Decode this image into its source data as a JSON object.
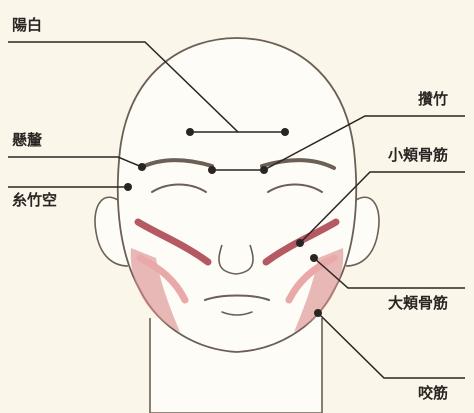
{
  "labels": {
    "youhaku": "陽白",
    "kenro": "懸釐",
    "shichikukuu": "糸竹空",
    "sanchiku": "攢竹",
    "shoukyokotsukin": "小頬骨筋",
    "daikyokotsukin": "大頬骨筋",
    "koukin": "咬筋"
  },
  "colors": {
    "background": "#fbf6ea",
    "skin": "#fefcf7",
    "outline": "#6b5f56",
    "leader": "#2a2522",
    "muscle_dark": "#b55a63",
    "muscle_light": "#e8a9a8",
    "masseter": "#d88b8c"
  }
}
